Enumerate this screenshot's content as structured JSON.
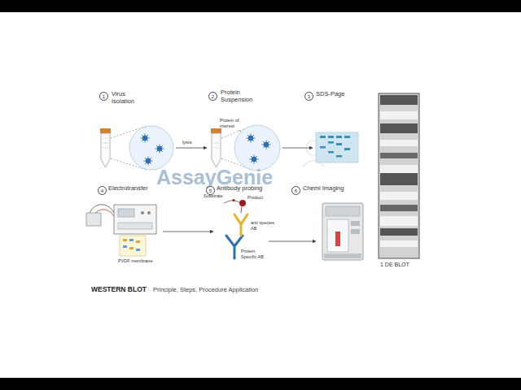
{
  "diagram": {
    "title": "WESTERN BLOT",
    "caption": "Principle, Steps, Procedure Application",
    "labels": [
      "1",
      "Virus Isolation",
      "2",
      "Protein Suspension",
      "3",
      "SDS-Page",
      "Protein of interest",
      "lysis",
      "AssayGenie",
      "4",
      "Electrotransfer",
      "5",
      "Antibody probing",
      "6",
      "Chemi Imaging",
      "Substrate",
      "Product",
      "anti species AB",
      "Protein Specific AB",
      "PVDF membrane",
      "1 DE BLOT"
    ]
  }
}
